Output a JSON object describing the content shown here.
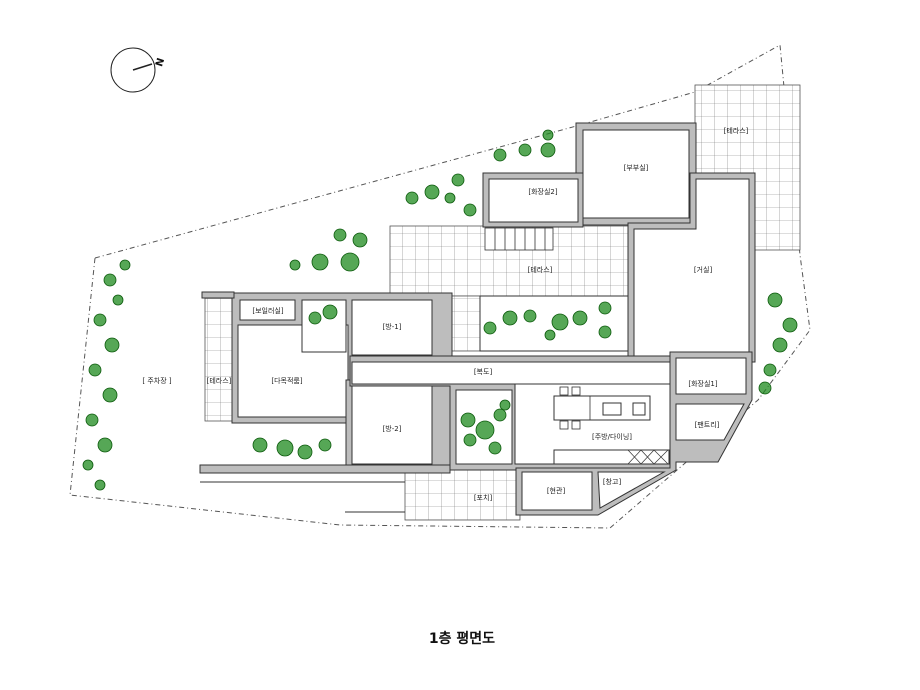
{
  "drawing": {
    "title": "1층 평면도",
    "north_label": "N",
    "rooms": {
      "master_bedroom": "[부부실]",
      "bathroom2": "[화장실2]",
      "terrace_top_right": "[테라스]",
      "terrace_middle": "[테라스]",
      "living_room": "[거실]",
      "boiler_room": "[보일러실]",
      "room1": "[방-1]",
      "room2": "[방-2]",
      "multipurpose_room": "[다목적룸]",
      "terrace_left": "[테라스]",
      "parking": "[ 주차장 ]",
      "corridor": "[복도]",
      "bathroom1": "[화장실1]",
      "pantry": "[팬트리]",
      "kitchen_dining": "[주방/다이닝]",
      "storage": "[창고]",
      "entrance": "[현관]",
      "porch": "[포치]"
    },
    "colors": {
      "wall": "#bdbdbd",
      "tree": "#1e8a1e",
      "line": "#333333"
    }
  }
}
